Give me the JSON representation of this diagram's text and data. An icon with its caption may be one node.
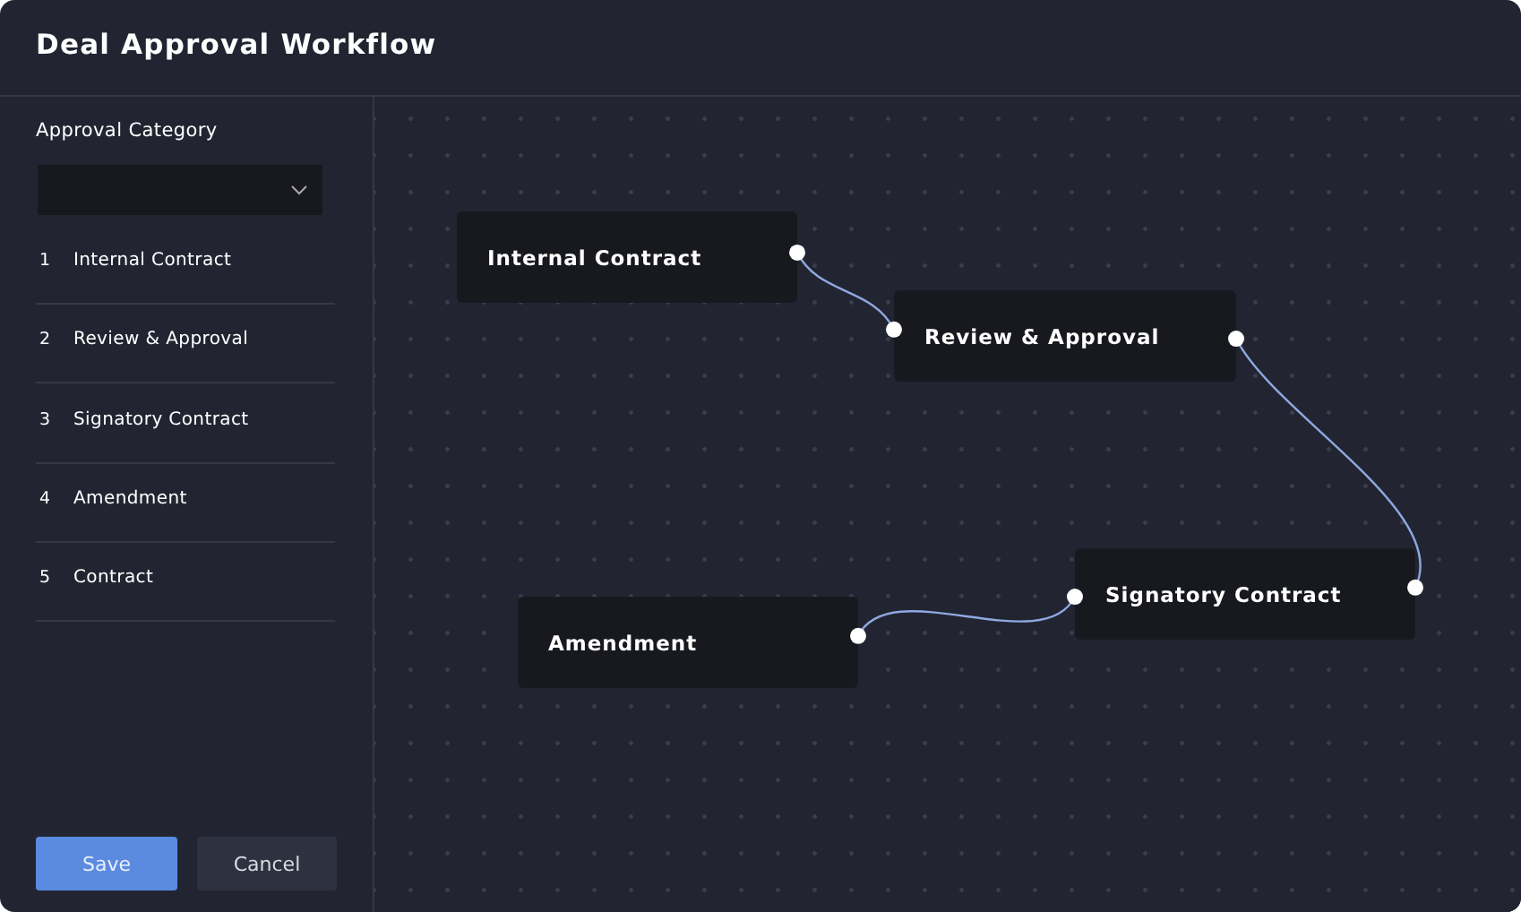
{
  "diagram": {
    "title": "Deal Approval Workflow",
    "nodes": [
      {
        "text": [
          "Internal Contract"
        ]
      },
      {
        "text": [
          "Review & Approval"
        ]
      },
      {
        "text": [
          "Signatory Contract"
        ]
      },
      {
        "text": [
          "Amendment"
        ]
      }
    ],
    "edges": [
      {
        "from": 0,
        "to": 1,
        "arrow": "other"
      },
      {
        "from": 1,
        "to": 2,
        "arrow": "other"
      },
      {
        "from": 2,
        "to": 3,
        "arrow": "other"
      }
    ],
    "labels": [
      "Approval Category",
      "1",
      "Internal Contract",
      "2",
      "Review & Approval",
      "3",
      "Signatory Contract",
      "4",
      "Amendment",
      "5",
      "Contract",
      "Save",
      "Cancel"
    ]
  }
}
